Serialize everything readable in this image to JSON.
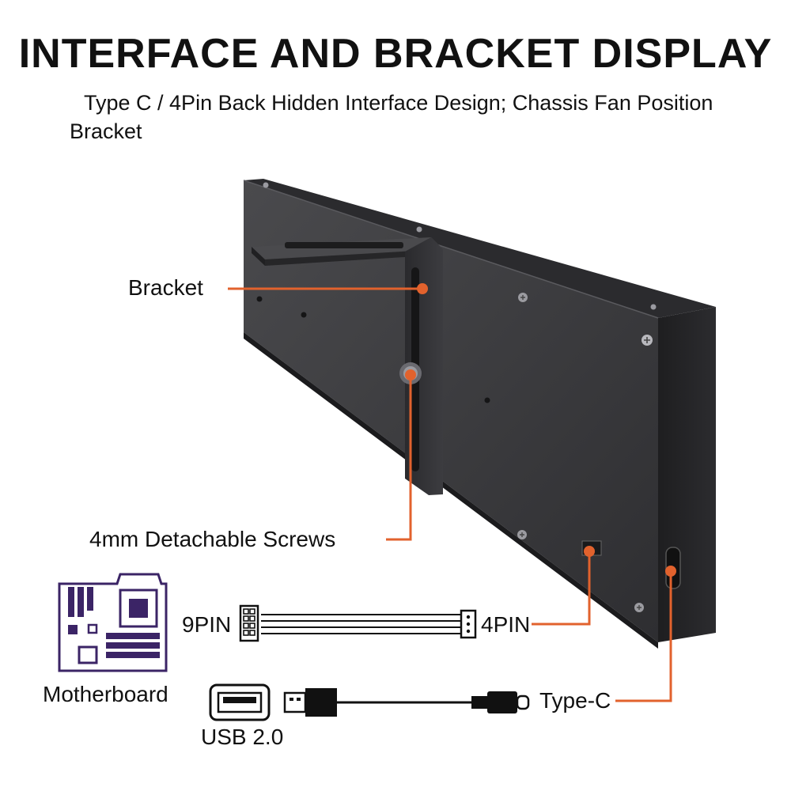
{
  "header": {
    "title": "INTERFACE AND BRACKET DISPLAY",
    "subtitle": "Type C / 4Pin Back Hidden Interface Design; Chassis Fan Position Bracket"
  },
  "callouts": {
    "bracket": "Bracket",
    "screws": "4mm Detachable Screws",
    "pin9": "9PIN",
    "pin4": "4PIN",
    "motherboard": "Motherboard",
    "usb": "USB 2.0",
    "typec": "Type-C"
  },
  "colors": {
    "accent": "#e2622d",
    "panel": "#3a3a3c",
    "panel_dark": "#232325",
    "panel_edge": "#1c1c1e",
    "icon_purple": "#3b2466"
  },
  "icons": [
    "motherboard-icon",
    "usb-port-icon",
    "usb-plug-icon",
    "typec-plug-icon",
    "9pin-connector-icon",
    "4pin-connector-icon",
    "screw-icon"
  ]
}
